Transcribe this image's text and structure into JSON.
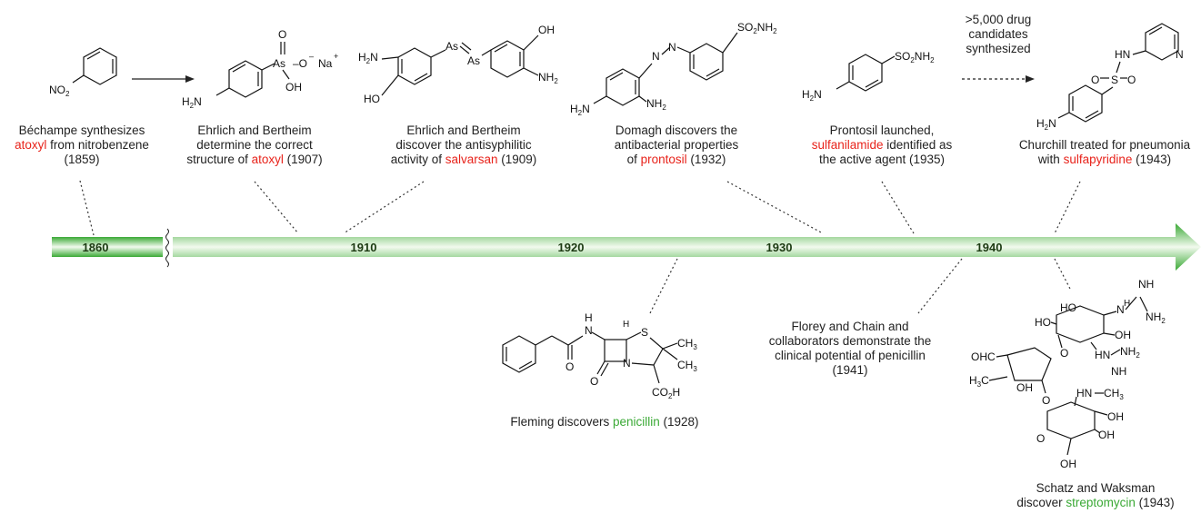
{
  "timeline": {
    "years": [
      "1860",
      "1910",
      "1920",
      "1930",
      "1940"
    ]
  },
  "events": {
    "bechampe": {
      "before": "Béchampe synthesizes",
      "highlight": "atoxyl",
      "after": "from nitrobenzene",
      "year": "(1859)"
    },
    "ehrlich_atoxyl": {
      "line1": "Ehrlich and Bertheim",
      "line2": "determine the correct",
      "before": "structure of",
      "highlight": "atoxyl",
      "after": "(1907)"
    },
    "ehrlich_salvarsan": {
      "line1": "Ehrlich and Bertheim",
      "line2": "discover the antisyphilitic",
      "before": "activity of",
      "highlight": "salvarsan",
      "after": "(1909)"
    },
    "domagh": {
      "line1": "Domagh discovers the",
      "line2": "antibacterial properties",
      "before": "of",
      "highlight": "prontosil",
      "after": "(1932)"
    },
    "prontosil": {
      "line1": "Prontosil launched,",
      "highlight": "sulfanilamide",
      "after": "identified as",
      "line3": "the active agent (1935)"
    },
    "churchill": {
      "line1": "Churchill treated for pneumonia",
      "before": "with",
      "highlight": "sulfapyridine",
      "after": "(1943)"
    },
    "fleming": {
      "before": "Fleming discovers",
      "highlight": "penicillin",
      "after": "(1928)"
    },
    "florey": {
      "line1": "Florey and Chain and",
      "line2": "collaborators demonstrate the",
      "line3": "clinical potential of penicillin",
      "line4": "(1941)"
    },
    "schatz": {
      "line1": "Schatz and Waksman",
      "before": "discover",
      "highlight": "streptomycin",
      "after": "(1943)"
    },
    "candidates": {
      "line1": ">5,000 drug",
      "line2": "candidates",
      "line3": "synthesized"
    }
  },
  "colors": {
    "arrow_dark": "#3aa935",
    "arrow_light": "#f2faee",
    "highlight_red": "#e8231b",
    "highlight_green": "#3aa935"
  }
}
